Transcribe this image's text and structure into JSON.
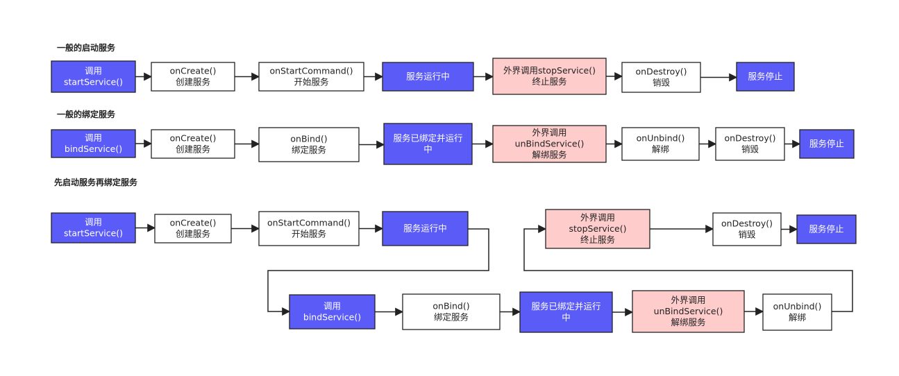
{
  "colors": {
    "action": "#5b5bf7",
    "action_text": "#ffffff",
    "external": "#ffcccc",
    "step": "#ffffff",
    "step_text": "#222222",
    "border": "#222222",
    "arrow": "#222222"
  },
  "sections": [
    {
      "id": "start",
      "title": "一般的启动服务"
    },
    {
      "id": "bind",
      "title": "一般的绑定服务"
    },
    {
      "id": "combo",
      "title": "先启动服务再绑定服务"
    }
  ],
  "nodes": [
    {
      "id": "s1",
      "kind": "action",
      "lines": [
        "调用",
        "startService()"
      ]
    },
    {
      "id": "s2",
      "kind": "step",
      "lines": [
        "onCreate()",
        "创建服务"
      ]
    },
    {
      "id": "s3",
      "kind": "step",
      "lines": [
        "onStartCommand()",
        "开始服务"
      ]
    },
    {
      "id": "s4",
      "kind": "action",
      "lines": [
        "服务运行中"
      ]
    },
    {
      "id": "s5",
      "kind": "external",
      "lines": [
        "外界调用stopService()",
        "终止服务"
      ]
    },
    {
      "id": "s6",
      "kind": "step",
      "lines": [
        "onDestroy()",
        "销毁"
      ]
    },
    {
      "id": "s7",
      "kind": "action",
      "lines": [
        "服务停止"
      ]
    },
    {
      "id": "b1",
      "kind": "action",
      "lines": [
        "调用",
        "bindService()"
      ]
    },
    {
      "id": "b2",
      "kind": "step",
      "lines": [
        "onCreate()",
        "创建服务"
      ]
    },
    {
      "id": "b3",
      "kind": "step",
      "lines": [
        "onBind()",
        "绑定服务"
      ]
    },
    {
      "id": "b4",
      "kind": "action",
      "lines": [
        "服务已绑定并运行",
        "中"
      ]
    },
    {
      "id": "b5",
      "kind": "external",
      "lines": [
        "外界调用",
        "unBindService()",
        "解绑服务"
      ]
    },
    {
      "id": "b6",
      "kind": "step",
      "lines": [
        "onUnbind()",
        "解绑"
      ]
    },
    {
      "id": "b7",
      "kind": "step",
      "lines": [
        "onDestroy()",
        "销毁"
      ]
    },
    {
      "id": "b8",
      "kind": "action",
      "lines": [
        "服务停止"
      ]
    },
    {
      "id": "c1",
      "kind": "action",
      "lines": [
        "调用",
        "startService()"
      ]
    },
    {
      "id": "c2",
      "kind": "step",
      "lines": [
        "onCreate()",
        "创建服务"
      ]
    },
    {
      "id": "c3",
      "kind": "step",
      "lines": [
        "onStartCommand()",
        "开始服务"
      ]
    },
    {
      "id": "c4",
      "kind": "action",
      "lines": [
        "服务运行中"
      ]
    },
    {
      "id": "c5",
      "kind": "action",
      "lines": [
        "调用",
        "bindService()"
      ]
    },
    {
      "id": "c6",
      "kind": "step",
      "lines": [
        "onBind()",
        "绑定服务"
      ]
    },
    {
      "id": "c7",
      "kind": "action",
      "lines": [
        "服务已绑定并运行",
        "中"
      ]
    },
    {
      "id": "c8",
      "kind": "external",
      "lines": [
        "外界调用",
        "unBindService()",
        "解绑服务"
      ]
    },
    {
      "id": "c9",
      "kind": "step",
      "lines": [
        "onUnbind()",
        "解绑"
      ]
    },
    {
      "id": "c10",
      "kind": "external",
      "lines": [
        "外界调用",
        "stopService()",
        "终止服务"
      ]
    },
    {
      "id": "c11",
      "kind": "step",
      "lines": [
        "onDestroy()",
        "销毁"
      ]
    },
    {
      "id": "c12",
      "kind": "action",
      "lines": [
        "服务停止"
      ]
    }
  ],
  "edges": [
    [
      "s1",
      "s2"
    ],
    [
      "s2",
      "s3"
    ],
    [
      "s3",
      "s4"
    ],
    [
      "s4",
      "s5"
    ],
    [
      "s5",
      "s6"
    ],
    [
      "s6",
      "s7"
    ],
    [
      "b1",
      "b2"
    ],
    [
      "b2",
      "b3"
    ],
    [
      "b3",
      "b4"
    ],
    [
      "b4",
      "b5"
    ],
    [
      "b5",
      "b6"
    ],
    [
      "b6",
      "b7"
    ],
    [
      "b7",
      "b8"
    ],
    [
      "c1",
      "c2"
    ],
    [
      "c2",
      "c3"
    ],
    [
      "c3",
      "c4"
    ],
    [
      "c4",
      "c5"
    ],
    [
      "c5",
      "c6"
    ],
    [
      "c6",
      "c7"
    ],
    [
      "c7",
      "c8"
    ],
    [
      "c8",
      "c9"
    ],
    [
      "c9",
      "c10"
    ],
    [
      "c10",
      "c11"
    ],
    [
      "c11",
      "c12"
    ]
  ]
}
